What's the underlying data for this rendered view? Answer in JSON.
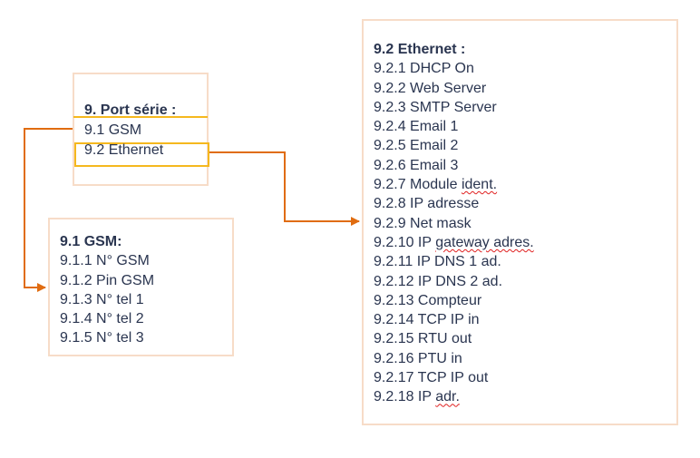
{
  "port_box": {
    "title": "9. Port série :",
    "items": [
      "9.1 GSM",
      "9.2 Ethernet"
    ]
  },
  "gsm_box": {
    "title": "9.1 GSM:",
    "items": [
      "9.1.1 N° GSM",
      "9.1.2 Pin GSM",
      "9.1.3 N° tel 1",
      "9.1.4 N° tel 2",
      "9.1.5 N° tel 3"
    ]
  },
  "ethernet_box": {
    "title": "9.2 Ethernet :",
    "items": [
      "9.2.1 DHCP On",
      "9.2.2 Web Server",
      "9.2.3 SMTP Server",
      "9.2.4 Email 1",
      "9.2.5 Email 2",
      "9.2.6 Email 3",
      "9.2.7 Module ident.",
      "9.2.8 IP adresse",
      "9.2.9 Net mask",
      "9.2.10 IP gateway adres.",
      "9.2.11 IP DNS 1 ad.",
      "9.2.12 IP DNS 2 ad.",
      "9.2.13 Compteur",
      "9.2.14 TCP IP in",
      "9.2.15 RTU out",
      "9.2.16 PTU in",
      "9.2.17 TCP IP out",
      "9.2.18 IP adr."
    ]
  },
  "colors": {
    "text": "#2a3550",
    "box_border": "#f7dcc8",
    "highlight": "#f5b81e",
    "connector": "#e06c10",
    "spellcheck": "#e02020"
  }
}
